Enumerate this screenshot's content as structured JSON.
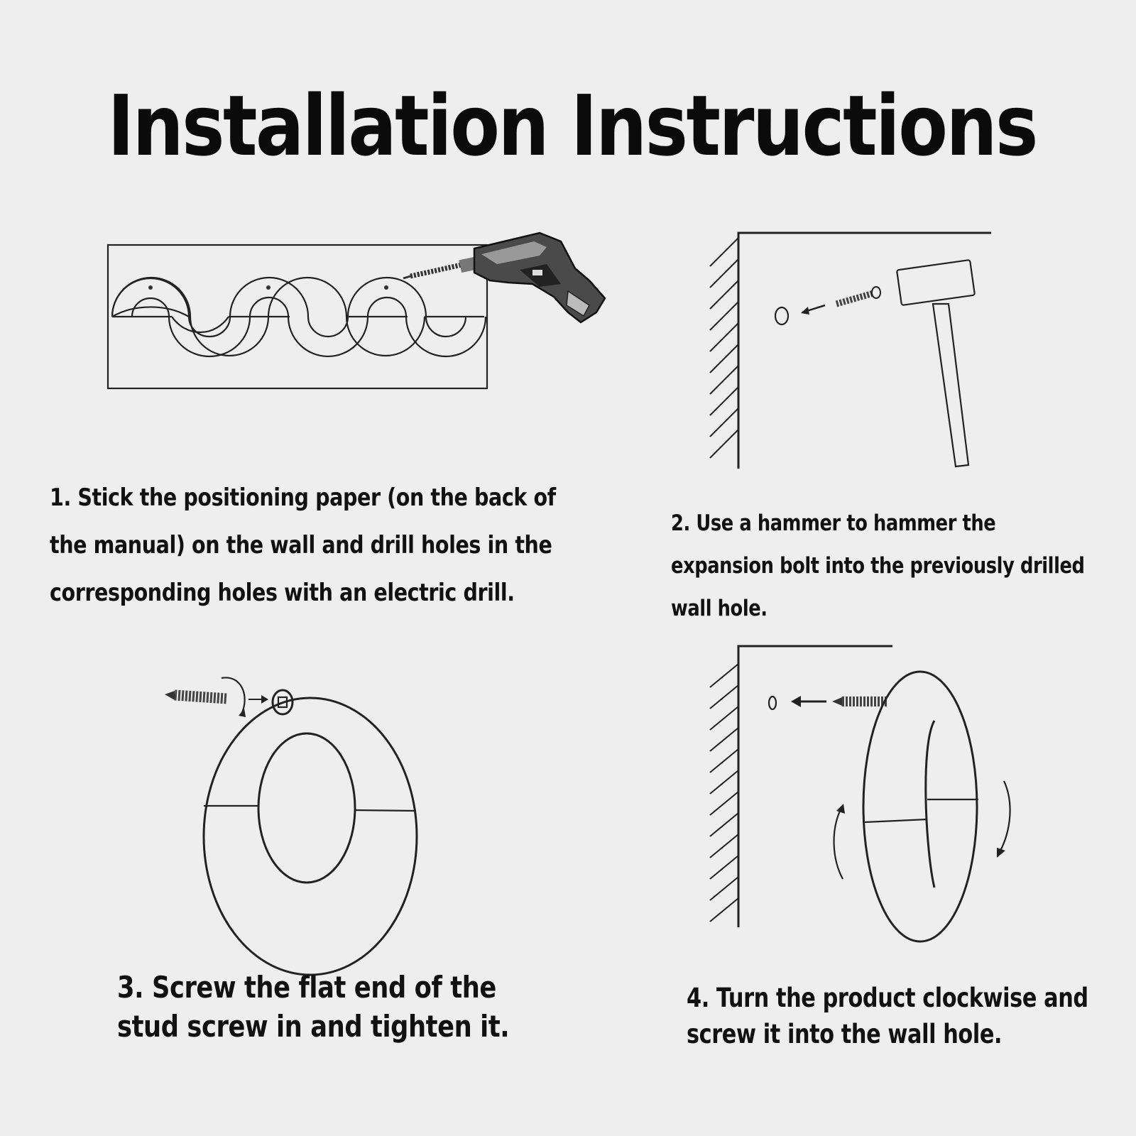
{
  "title": "Installation Instructions",
  "steps": [
    {
      "text": "1. Stick the positioning paper (on the back of the manual) on the wall and drill holes in the corresponding holes with an electric drill."
    },
    {
      "text": "2. Use a hammer to hammer the expansion bolt into the previously drilled wall hole."
    },
    {
      "text": "3. Screw the flat end of the stud screw in and tighten it."
    },
    {
      "text": "4. Turn the product clockwise and screw it into the wall hole."
    }
  ],
  "icons": {
    "step1": "drill-icon",
    "step2": "hammer-icon",
    "step3": "screw-icon",
    "step4": "rotate-arrow-icon"
  }
}
